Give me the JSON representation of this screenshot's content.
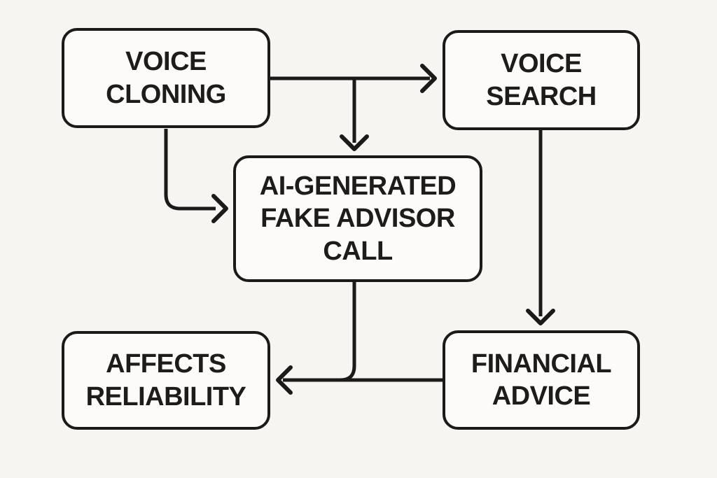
{
  "diagram": {
    "background_color": "#f7f5f2",
    "node_fill_color": "#fcfbf9",
    "line_color": "#1c1a18",
    "text_color": "#1e1c1a",
    "nodes": {
      "voice_cloning": {
        "label": "VOICE CLONING"
      },
      "voice_search": {
        "label": "VOICE SEARCH"
      },
      "fake_advisor_call": {
        "label": "AI-GENERATED FAKE ADVISOR CALL"
      },
      "affects_reliability": {
        "label": "AFFECTS RELIABILITY"
      },
      "financial_advice": {
        "label": "FINANCIAL ADVICE"
      }
    },
    "edges": [
      {
        "from": "voice_cloning",
        "to": "voice_search",
        "style": "horizontal-arrow"
      },
      {
        "from": "voice_cloning",
        "to": "fake_advisor_call",
        "style": "branch-from-top-line-down-arrow"
      },
      {
        "from": "voice_cloning",
        "to": "fake_advisor_call",
        "style": "left-elbow-arrow"
      },
      {
        "from": "voice_search",
        "to": "financial_advice",
        "style": "vertical-down-arrow"
      },
      {
        "from": "fake_advisor_call",
        "to": "affects_reliability",
        "style": "merge-into-left-arrow"
      },
      {
        "from": "financial_advice",
        "to": "affects_reliability",
        "style": "horizontal-left-arrow"
      }
    ]
  }
}
